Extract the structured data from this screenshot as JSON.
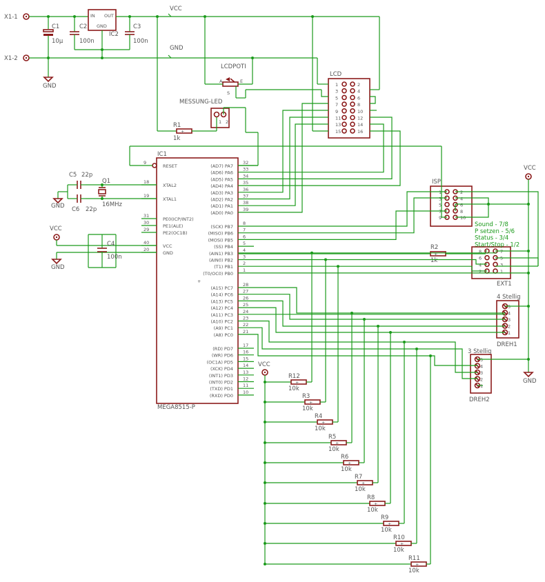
{
  "connectors": {
    "x1_1": "X1-1",
    "x1_2": "X1-2"
  },
  "rails": {
    "vcc": "VCC",
    "gnd": "GND"
  },
  "regulator": {
    "name": "IC2",
    "in": "IN",
    "out": "OUT",
    "gnd": "GND"
  },
  "caps": {
    "c1": {
      "name": "C1",
      "value": "10µ"
    },
    "c2": {
      "name": "C2",
      "value": "100n"
    },
    "c3": {
      "name": "C3",
      "value": "100n"
    },
    "c4": {
      "name": "C4",
      "value": "100n"
    },
    "c5": {
      "name": "C5",
      "value": "22p"
    },
    "c6": {
      "name": "C6",
      "value": "22p"
    }
  },
  "crystal": {
    "name": "Q1",
    "value": "16MHz"
  },
  "power_labels": {
    "vcc": "VCC",
    "gnd": "GND"
  },
  "lcdpoti": {
    "name": "LCDPOTI",
    "a": "A",
    "e": "E",
    "s": "S"
  },
  "lcd": {
    "name": "LCD",
    "left_pins": [
      "1",
      "3",
      "5",
      "7",
      "9",
      "11",
      "13",
      "15"
    ],
    "right_pins": [
      "2",
      "4",
      "6",
      "8",
      "10",
      "12",
      "14",
      "16"
    ]
  },
  "led": {
    "name": "MESSUNG-LED",
    "pin1": "1",
    "pin2": "2"
  },
  "r1": {
    "name": "R1",
    "value": "1k"
  },
  "r2": {
    "name": "R2",
    "value": "1k"
  },
  "mcu": {
    "name": "IC1",
    "part": "MEGA8515-P",
    "left": [
      {
        "label": "RESET",
        "pin": "9"
      },
      {
        "label": "XTAL2",
        "pin": "18"
      },
      {
        "label": "XTAL1",
        "pin": "19"
      },
      {
        "label": "PE0(ICP/INT2)",
        "pin": "31"
      },
      {
        "label": "PE1(ALE)",
        "pin": "30"
      },
      {
        "label": "PE2(OC1B)",
        "pin": "29"
      },
      {
        "label": "VCC",
        "pin": "40"
      },
      {
        "label": "GND",
        "pin": "20"
      }
    ],
    "right": [
      {
        "label": "(AD7) PA7",
        "pin": "32"
      },
      {
        "label": "(AD6) PA6",
        "pin": "33"
      },
      {
        "label": "(AD5) PA5",
        "pin": "34"
      },
      {
        "label": "(AD4) PA4",
        "pin": "35"
      },
      {
        "label": "(AD3) PA3",
        "pin": "36"
      },
      {
        "label": "(AD2) PA2",
        "pin": "37"
      },
      {
        "label": "(AD1) PA1",
        "pin": "38"
      },
      {
        "label": "(AD0) PA0",
        "pin": "39"
      },
      {
        "label": "(SCK) PB7",
        "pin": "8"
      },
      {
        "label": "(MISO) PB6",
        "pin": "7"
      },
      {
        "label": "(MOSI) PB5",
        "pin": "6"
      },
      {
        "label": "(SS) PB4",
        "pin": "5"
      },
      {
        "label": "(AIN1) PB3",
        "pin": "4"
      },
      {
        "label": "(AIN0) PB2",
        "pin": "3"
      },
      {
        "label": "(T1) PB1",
        "pin": "2"
      },
      {
        "label": "(T0/OC0) PB0",
        "pin": "1"
      },
      {
        "label": "(A15) PC7",
        "pin": "28"
      },
      {
        "label": "(A14) PC6",
        "pin": "27"
      },
      {
        "label": "(A13) PC5",
        "pin": "26"
      },
      {
        "label": "(A12) PC4",
        "pin": "25"
      },
      {
        "label": "(A11) PC3",
        "pin": "24"
      },
      {
        "label": "(A10) PC2",
        "pin": "23"
      },
      {
        "label": "(A9) PC1",
        "pin": "22"
      },
      {
        "label": "(A8) PC0",
        "pin": "21"
      },
      {
        "label": "(RD) PD7",
        "pin": "17"
      },
      {
        "label": "(WR) PD6",
        "pin": "16"
      },
      {
        "label": "(OC1A) PD5",
        "pin": "15"
      },
      {
        "label": "(XCK) PD4",
        "pin": "14"
      },
      {
        "label": "(INT1) PD3",
        "pin": "13"
      },
      {
        "label": "(INT0) PD2",
        "pin": "12"
      },
      {
        "label": "(TXD) PD1",
        "pin": "11"
      },
      {
        "label": "(RXD) PD0",
        "pin": "10"
      }
    ]
  },
  "isp": {
    "name": "ISP",
    "left_pins": [
      "1",
      "3",
      "5",
      "7",
      "9"
    ],
    "right_pins": [
      "2",
      "4",
      "6",
      "8",
      "10"
    ]
  },
  "ext1": {
    "name": "EXT1",
    "left_pins": [
      "8",
      "6",
      "4",
      "2"
    ],
    "right_pins": [
      "7",
      "5",
      "3",
      "1"
    ],
    "notes": [
      "Sound - 7/8",
      "P setzen - 5/6",
      "Status - 3/4",
      "Start/Stop - 1/2"
    ]
  },
  "dreh1": {
    "name": "DREH1",
    "title": "4 Stellig",
    "pins": [
      "5",
      "4",
      "3",
      "2",
      "1"
    ]
  },
  "dreh2": {
    "name": "DREH2",
    "title": "3 Stellig",
    "pins": [
      "5",
      "4",
      "3",
      "2",
      "1"
    ]
  },
  "pullups": [
    {
      "name": "R12",
      "value": "10k"
    },
    {
      "name": "R3",
      "value": "10k"
    },
    {
      "name": "R4",
      "value": "10k"
    },
    {
      "name": "R5",
      "value": "10k"
    },
    {
      "name": "R6",
      "value": "10k"
    },
    {
      "name": "R7",
      "value": "10k"
    },
    {
      "name": "R8",
      "value": "10k"
    },
    {
      "name": "R9",
      "value": "10k"
    },
    {
      "name": "R10",
      "value": "10k"
    },
    {
      "name": "R11",
      "value": "10k"
    }
  ],
  "pullup_vcc": "VCC",
  "colors": {
    "wire": "#1a9a1a",
    "body": "#8b1a1a",
    "text": "#555555"
  }
}
